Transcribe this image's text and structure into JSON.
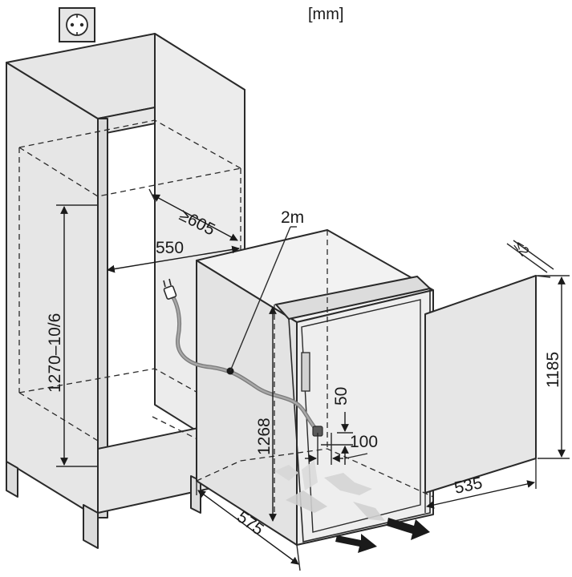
{
  "diagram": {
    "unit_label": "[mm]",
    "dimensions": {
      "cable_length": "2m",
      "niche_depth_min": "≥605",
      "niche_width": "550",
      "niche_height": "1270–10/6",
      "appliance_height": "1268",
      "appliance_depth": "575",
      "vent_gap": "50",
      "vent_offset": "100",
      "door_height": "1185",
      "door_width": "535",
      "door_gap": "≤2"
    },
    "icons": [
      "power-socket-icon",
      "airflow-arrows-icon"
    ]
  }
}
